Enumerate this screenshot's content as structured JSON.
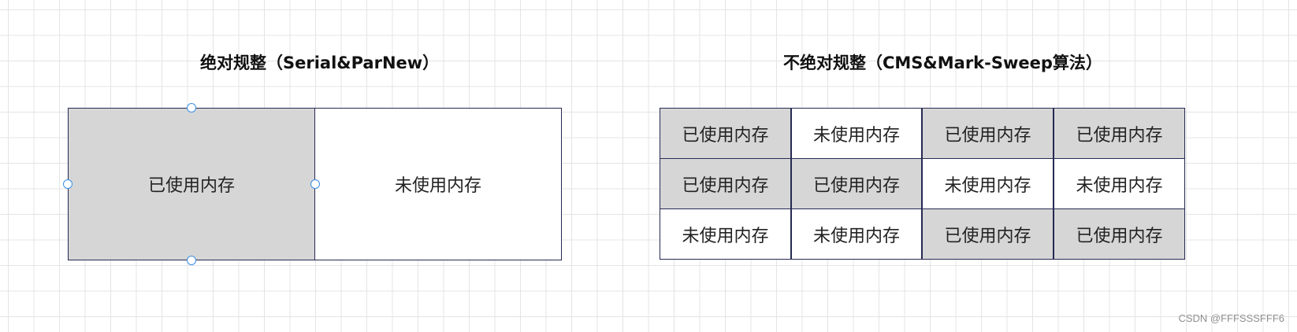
{
  "left": {
    "title": "绝对规整（Serial&ParNew）",
    "blocks": [
      {
        "label": "已使用内存",
        "state": "used"
      },
      {
        "label": "未使用内存",
        "state": "free"
      }
    ]
  },
  "right": {
    "title": "不绝对规整（CMS&Mark-Sweep算法）",
    "grid": [
      [
        {
          "label": "已使用内存",
          "state": "used"
        },
        {
          "label": "未使用内存",
          "state": "free"
        },
        {
          "label": "已使用内存",
          "state": "used"
        },
        {
          "label": "已使用内存",
          "state": "used"
        }
      ],
      [
        {
          "label": "已使用内存",
          "state": "used"
        },
        {
          "label": "已使用内存",
          "state": "used"
        },
        {
          "label": "未使用内存",
          "state": "free"
        },
        {
          "label": "未使用内存",
          "state": "free"
        }
      ],
      [
        {
          "label": "未使用内存",
          "state": "free"
        },
        {
          "label": "未使用内存",
          "state": "free"
        },
        {
          "label": "已使用内存",
          "state": "used"
        },
        {
          "label": "已使用内存",
          "state": "used"
        }
      ]
    ]
  },
  "colors": {
    "used": "#d6d6d6",
    "free": "#ffffff",
    "border": "#262a52",
    "handle": "#3a8ee6"
  },
  "watermark": "CSDN @FFFSSSFFF6"
}
